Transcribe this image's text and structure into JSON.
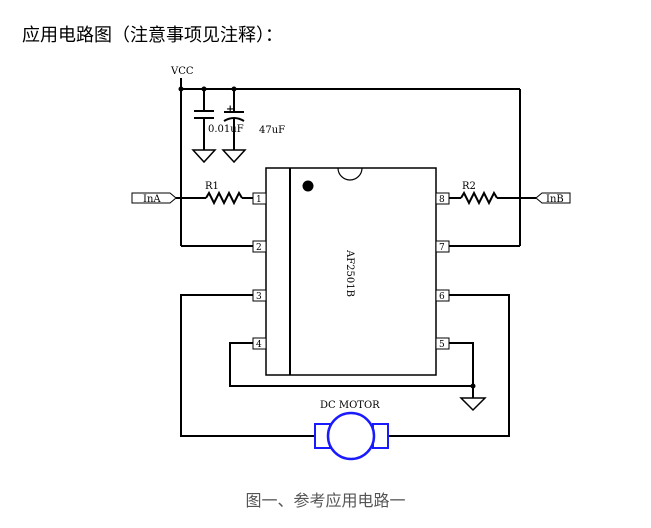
{
  "heading": "应用电路图（注意事项见注释）：",
  "caption": "图一、参考应用电路一",
  "labels": {
    "vcc": "VCC",
    "c1": "0.01uF",
    "c2": "47uF",
    "c2_plus": "+",
    "r1": "R1",
    "r2": "R2",
    "ina": "InA",
    "inb": "InB",
    "chip": "AF2501B",
    "motor": "DC MOTOR"
  },
  "pins": {
    "p1": "1",
    "p2": "2",
    "p3": "3",
    "p4": "4",
    "p5": "5",
    "p6": "6",
    "p7": "7",
    "p8": "8"
  },
  "colors": {
    "motor": "#1a1aff",
    "wire": "#000000"
  }
}
